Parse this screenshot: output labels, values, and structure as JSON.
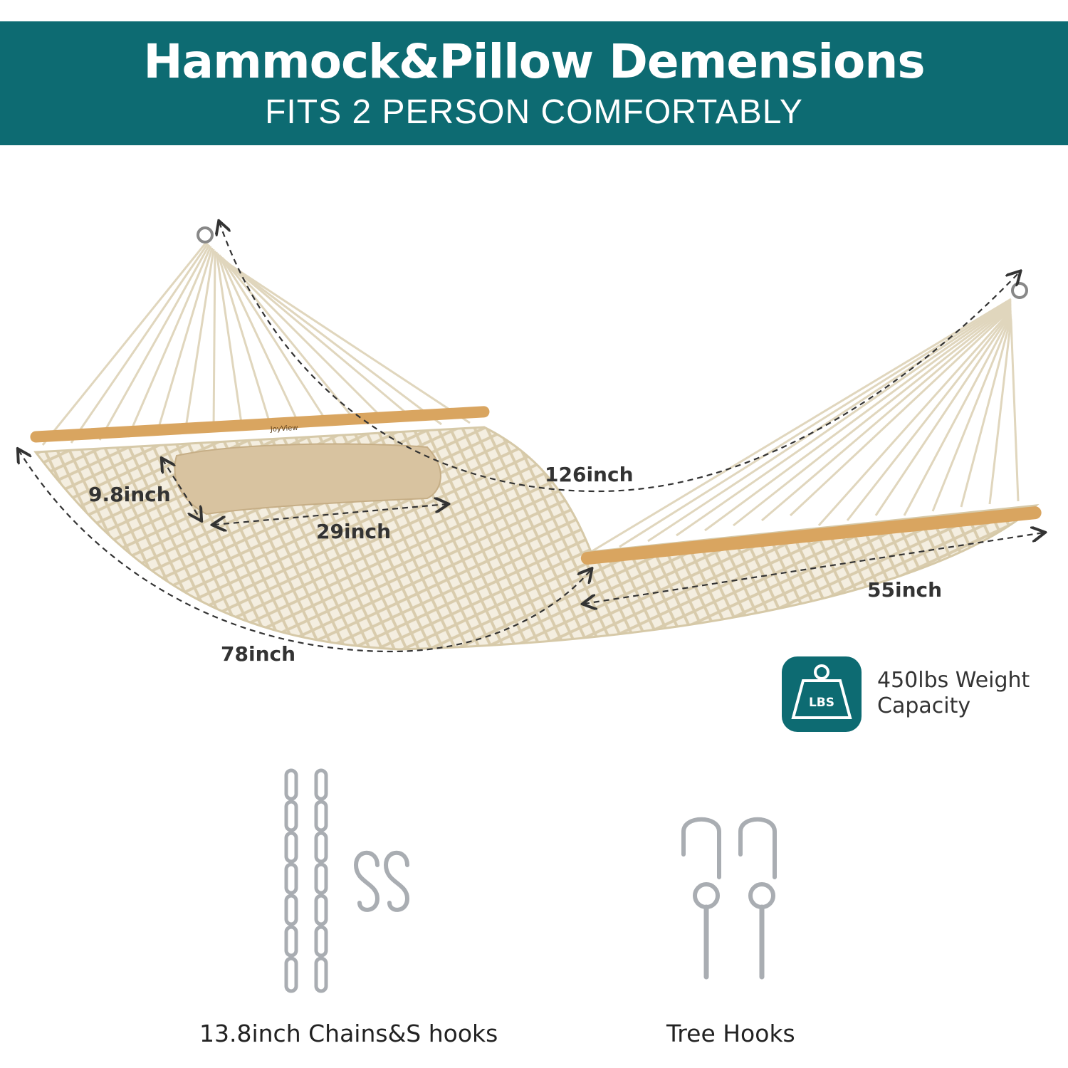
{
  "header": {
    "title": "Hammock&Pillow Demensions",
    "subtitle": "FITS 2 PERSON COMFORTABLY"
  },
  "dimensions": {
    "total_length": "126inch",
    "pillow_height": "9.8inch",
    "pillow_width": "29inch",
    "bed_width": "55inch",
    "bed_length": "78inch"
  },
  "brand_on_bar": "JoyView",
  "weight": {
    "icon_label": "LBS",
    "line1": "450lbs Weight",
    "line2": "Capacity"
  },
  "accessories": {
    "chains_caption": "13.8inch Chains&S hooks",
    "tree_hooks_caption": "Tree Hooks"
  },
  "colors": {
    "banner": "#0d6b72",
    "rope": "#e6dcc4",
    "wood": "#d9a560",
    "pillow": "#d8c3a0",
    "metal": "#b9bcc0"
  }
}
